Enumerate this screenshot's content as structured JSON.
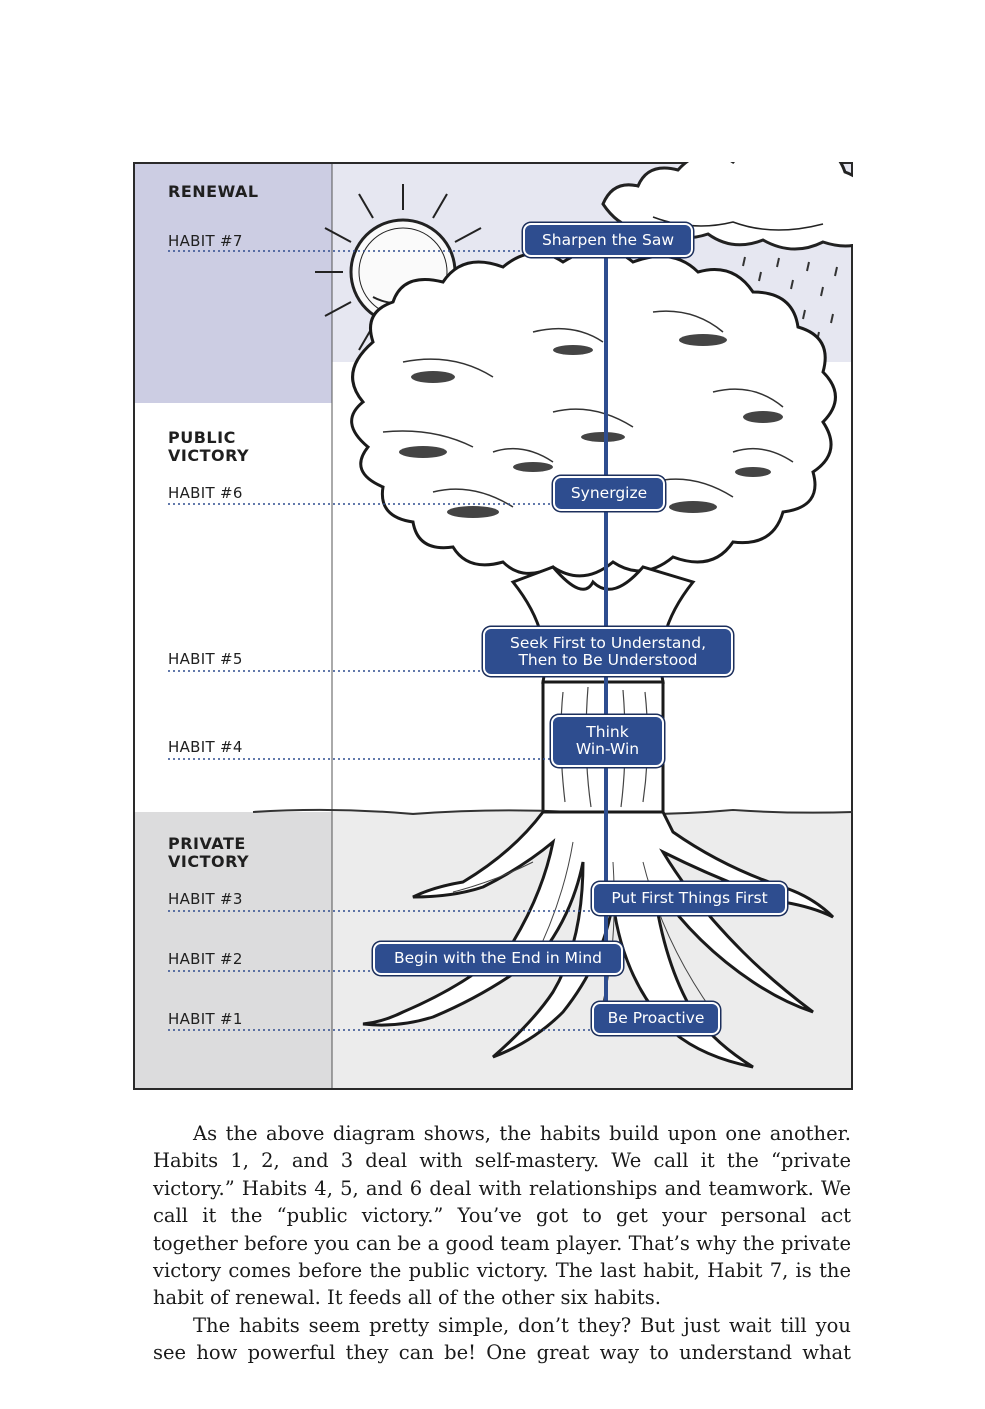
{
  "diagram": {
    "bands": {
      "renewal": "RENEWAL",
      "public_victory": [
        "PUBLIC",
        "VICTORY"
      ],
      "private_victory": [
        "PRIVATE",
        "VICTORY"
      ]
    },
    "habits": [
      {
        "label": "HABIT #7",
        "name": "Sharpen the Saw"
      },
      {
        "label": "HABIT #6",
        "name": "Synergize"
      },
      {
        "label": "HABIT #5",
        "name_lines": [
          "Seek First to Understand,",
          "Then to Be Understood"
        ]
      },
      {
        "label": "HABIT #4",
        "name_lines": [
          "Think",
          "Win-Win"
        ]
      },
      {
        "label": "HABIT #3",
        "name": "Put First Things First"
      },
      {
        "label": "HABIT #2",
        "name": "Begin with the End in Mind"
      },
      {
        "label": "HABIT #1",
        "name": "Be Proactive"
      }
    ],
    "colors": {
      "pill": "#2e4d8f",
      "renewal_band": "#cccde3",
      "sky": "#e6e7f1",
      "private_band": "#dcdcdd",
      "ground": "#ececec"
    }
  },
  "body": {
    "paragraph_1": "As the above diagram shows, the habits build upon one another. Habits 1, 2, and 3 deal with self-mastery. We call it the “private victory.” Habits 4, 5, and 6 deal with relationships and teamwork. We call it the “public victory.” You’ve got to get your personal act together before you can be a good team player. That’s why the private victory comes before the public victory. The last habit, Habit 7, is the habit of renewal. It feeds all of the other six habits.",
    "paragraph_2": "The habits seem pretty simple, don’t they? But just wait till you see how powerful they can be! One great way to understand what"
  }
}
